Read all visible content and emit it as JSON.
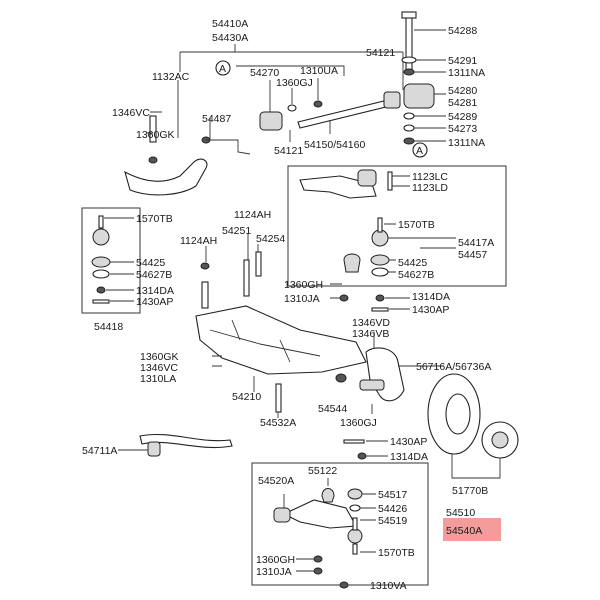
{
  "highlight_color": "#f28b8b",
  "callout_marker": "A",
  "labels": {
    "p54410A": "54410A",
    "p54430A": "54430A",
    "p1132AC": "1132AC",
    "p54270": "54270",
    "p1360GJ_top": "1360GJ",
    "p1310UA": "1310UA",
    "p54121_right": "54121",
    "p54288": "54288",
    "p54291": "54291",
    "p1311NA_a": "1311NA",
    "p54280": "54280",
    "p54281": "54281",
    "p54289": "54289",
    "p54273": "54273",
    "p1311NA_b": "1311NA",
    "p1346VC_top": "1346VC",
    "p1360GK_top": "1360GK",
    "p54487": "54487",
    "p54121_mid": "54121",
    "p54150": "54150/54160",
    "p1123LC": "1123LC",
    "p1123LD": "1123LD",
    "p1570TB_right": "1570TB",
    "p54417A": "54417A",
    "p54457": "54457",
    "p54425_right": "54425",
    "p54627B_right": "54627B",
    "p1314DA_right": "1314DA",
    "p1430AP_right": "1430AP",
    "p1570TB_left": "1570TB",
    "p54425_left": "54425",
    "p54627B_left": "54627B",
    "p1314DA_left": "1314DA",
    "p1430AP_left": "1430AP",
    "p54418": "54418",
    "p1124AH_a": "1124AH",
    "p1124AH_b": "1124AH",
    "p54251": "54251",
    "p54254": "54254",
    "p1360GH_top": "1360GH",
    "p1310JA_top": "1310JA",
    "p1346VD": "1346VD",
    "p1346VB": "1346VB",
    "p56716A": "56716A/56736A",
    "p1360GK_mid": "1360GK",
    "p1346VC_mid": "1346VC",
    "p1310LA": "1310LA",
    "p54210": "54210",
    "p54544": "54544",
    "p54532A": "54532A",
    "p1360GJ_mid": "1360GJ",
    "p1430AP_mid": "1430AP",
    "p1314DA_mid": "1314DA",
    "p54711A": "54711A",
    "p51770B": "51770B",
    "p54520A": "54520A",
    "p55122": "55122",
    "p54517": "54517",
    "p54426": "54426",
    "p54519": "54519",
    "p54510": "54510",
    "p54540A": "54540A",
    "p1570TB_bottom": "1570TB",
    "p1360GH_bottom": "1360GH",
    "p1310JA_bottom": "1310JA",
    "p1310VA": "1310VA"
  }
}
